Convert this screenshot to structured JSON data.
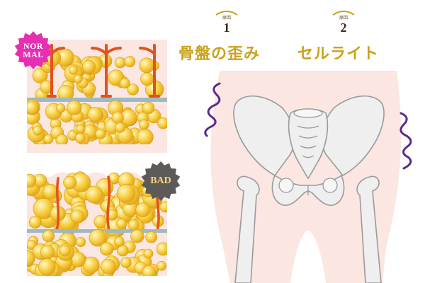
{
  "badges": {
    "normal_line1": "NOR",
    "normal_line2": "MAL",
    "bad": "BAD"
  },
  "causes": [
    {
      "small_label": "原因",
      "number": "1",
      "title": "骨盤の歪み"
    },
    {
      "small_label": "原因",
      "number": "2",
      "title": "セルライト"
    }
  ],
  "colors": {
    "accent_gold": "#caa21a",
    "normal_badge": "#e62fb3",
    "bad_badge": "#5e5a57",
    "fat_yellow": "#f7cf3f",
    "vessel_orange": "#e2521d",
    "skin_pink": "#fbe6e1",
    "wave_purple": "#5a2a8a"
  },
  "icons": [
    "pelvis-skeleton-icon",
    "fat-cells-icon",
    "wavy-line-icon"
  ]
}
